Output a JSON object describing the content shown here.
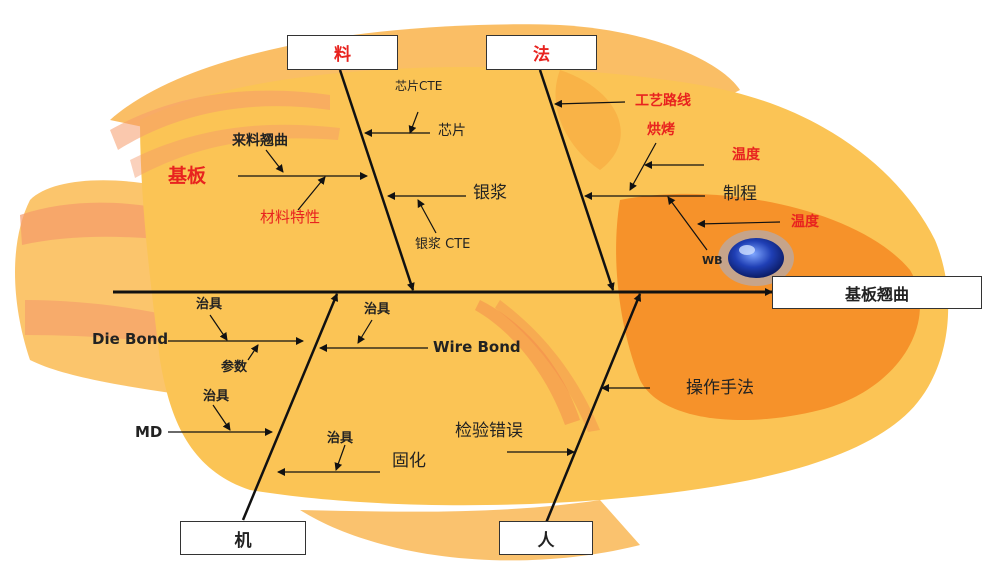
{
  "effect": "基板翘曲",
  "categories": {
    "material": "料",
    "method": "法",
    "machine": "机",
    "man": "人"
  },
  "material_causes": {
    "chip_cte": "芯片CTE",
    "chip": "芯片",
    "incoming_warpage": "来料翘曲",
    "substrate": "基板",
    "silver_paste": "银浆",
    "material_property": "材料特性",
    "silver_paste_cte": "银浆 CTE"
  },
  "method_causes": {
    "process_route": "工艺路线",
    "baking": "烘烤",
    "temperature_1": "温度",
    "process": "制程",
    "temperature_2": "温度",
    "wb": "WB"
  },
  "machine_causes": {
    "fixture_1": "治具",
    "die_bond": "Die Bond",
    "parameters": "参数",
    "fixture_2": "治具",
    "md": "MD",
    "fixture_3": "治具",
    "fixture_4": "治具",
    "wire_bond": "Wire Bond",
    "curing": "固化"
  },
  "man_causes": {
    "operation_method": "操作手法",
    "inspection_error": "检验错误"
  },
  "colors": {
    "fish_body": "#fbc455",
    "fish_fin": "#f7a23a",
    "fish_dark": "#f27f1b",
    "eye": "#1f3fb5",
    "label_red": "#e8231f",
    "spine": "#111111"
  }
}
